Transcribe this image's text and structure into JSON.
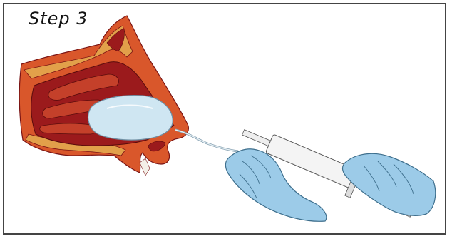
{
  "figure": {
    "step_label": "Step 3"
  },
  "colors": {
    "frame": "#444444",
    "tissue_dark": "#9b1a1c",
    "tissue_mid": "#c4402a",
    "tissue_outer": "#d9572b",
    "bone": "#e2a04a",
    "balloon": "#cfe6f2",
    "glove": "#9ccbe8",
    "syringe": "#eeeeee",
    "tube": "#d8e6ee"
  },
  "icons": [
    "nasal-anatomy-illustration",
    "nasal-balloon-packing",
    "gloved-hand-icon",
    "syringe-icon"
  ]
}
